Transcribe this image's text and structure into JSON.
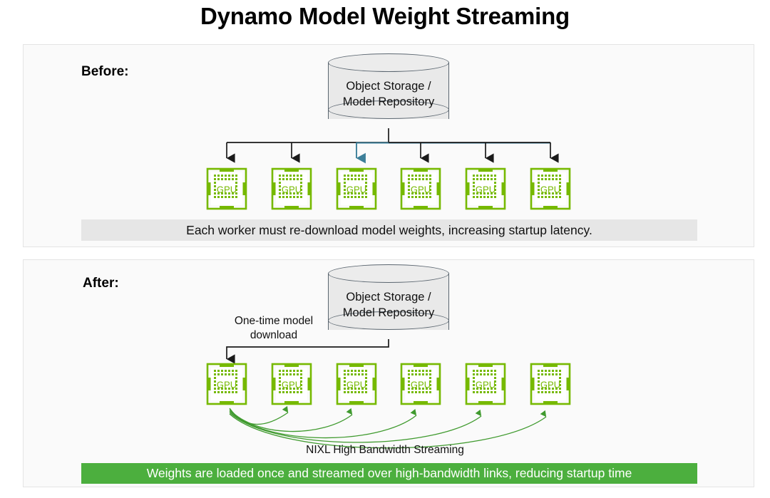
{
  "title": "Dynamo Model Weight Streaming",
  "colors": {
    "nvidia_green": "#76b900",
    "banner_green": "#4caf3e",
    "caption_gray": "#e6e6e6",
    "arrow_black": "#1a1a1a",
    "arrow_teal": "#3d7f99",
    "cylinder_fill": "#e9e9e9",
    "cylinder_stroke": "#5b6670",
    "panel_fill": "#fafafa",
    "panel_border": "#e4e4e4"
  },
  "before": {
    "stage_label": "Before:",
    "storage": {
      "line1": "Object Storage /",
      "line2": "Model Repository"
    },
    "workers": [
      {
        "label": "GPU"
      },
      {
        "label": "GPU"
      },
      {
        "label": "GPU"
      },
      {
        "label": "GPU"
      },
      {
        "label": "GPU"
      },
      {
        "label": "GPU"
      }
    ],
    "caption": "Each worker must re-download model weights, increasing startup latency."
  },
  "after": {
    "stage_label": "After:",
    "storage": {
      "line1": "Object Storage /",
      "line2": "Model Repository"
    },
    "download_note_line1": "One-time model",
    "download_note_line2": "download",
    "workers": [
      {
        "label": "GPU"
      },
      {
        "label": "GPU"
      },
      {
        "label": "GPU"
      },
      {
        "label": "GPU"
      },
      {
        "label": "GPU"
      },
      {
        "label": "GPU"
      }
    ],
    "stream_label": "NIXL High Bandwidth Streaming",
    "caption": "Weights are loaded once and streamed over high-bandwidth links, reducing startup time"
  }
}
